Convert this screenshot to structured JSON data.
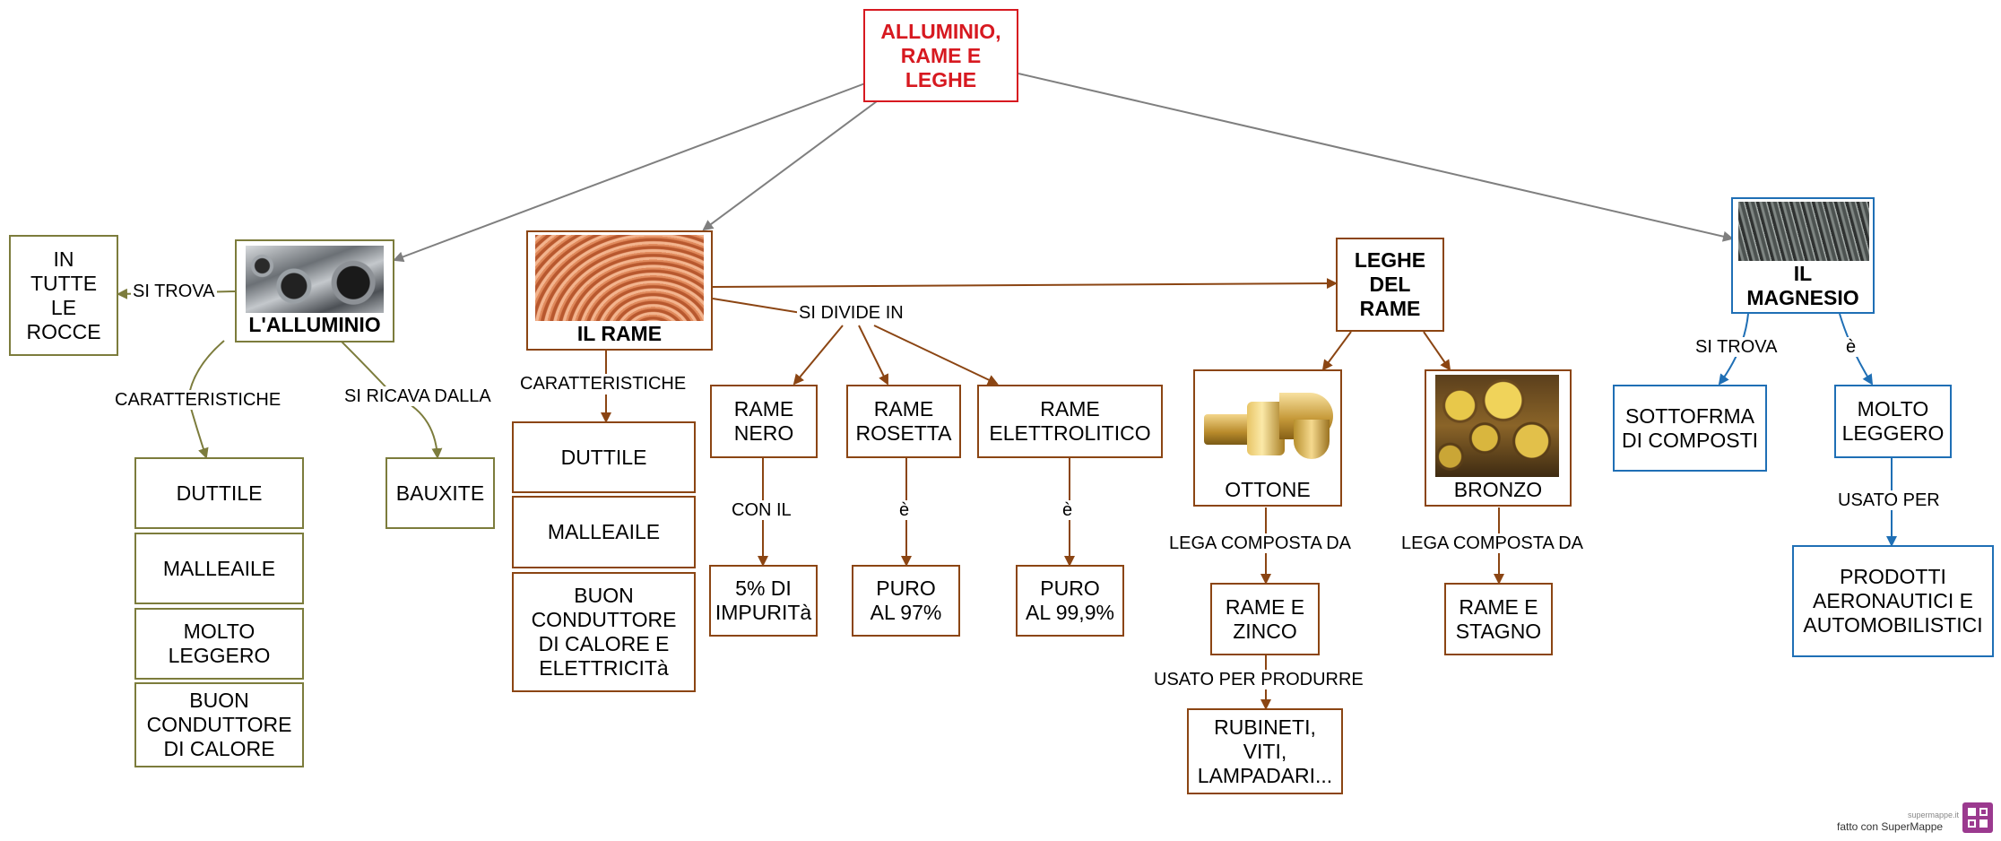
{
  "root": "ALLUMINIO,\nRAME E\nLEGHE",
  "alluminio": {
    "title": "L'ALLUMINIO",
    "link_trova": "SI TROVA",
    "trova": "IN\nTUTTE\nLE\nROCCE",
    "link_caratt": "CARATTERISTICHE",
    "link_ricava": "SI RICAVA DALLA",
    "ricava": "BAUXITE",
    "caratt": [
      "DUTTILE",
      "MALLEAILE",
      "MOLTO\nLEGGERO",
      "BUON\nCONDUTTORE\nDI CALORE"
    ]
  },
  "rame": {
    "title": "IL RAME",
    "link_caratt": "CARATTERISTICHE",
    "caratt": [
      "DUTTILE",
      "MALLEAILE",
      "BUON\nCONDUTTORE\nDI CALORE E\nELETTRICITà"
    ],
    "link_divide": "SI DIVIDE IN",
    "tipi": [
      {
        "name": "RAME\nNERO",
        "link": "CON IL",
        "value": "5% DI\nIMPURITà"
      },
      {
        "name": "RAME\nROSETTA",
        "link": "è",
        "value": "PURO\nAL 97%"
      },
      {
        "name": "RAME\nELETTROLITICO",
        "link": "è",
        "value": "PURO\nAL 99,9%"
      }
    ]
  },
  "leghe": {
    "title": "LEGHE\nDEL\nRAME",
    "ottone": {
      "title": "OTTONE",
      "link_composta": "LEGA COMPOSTA DA",
      "composta": "RAME E\nZINCO",
      "link_usato": "USATO PER PRODURRE",
      "usato": "RUBINETI,\nVITI,\nLAMPADARI..."
    },
    "bronzo": {
      "title": "BRONZO",
      "link_composta": "LEGA COMPOSTA DA",
      "composta": "RAME E\nSTAGNO"
    }
  },
  "magnesio": {
    "title": "IL\nMAGNESIO",
    "link_trova": "SI TROVA",
    "trova": "SOTTOFRMA\nDI COMPOSTI",
    "link_e": "è",
    "e": "MOLTO\nLEGGERO",
    "link_usato": "USATO PER",
    "usato": "PRODOTTI\nAERONAUTICI E\nAUTOMOBILISTICI"
  },
  "footer": {
    "small": "supermappe.it",
    "text": "fatto con SuperMappe"
  },
  "colors": {
    "root": "#d71920",
    "olive": "#7c7c3c",
    "brown": "#8b4513",
    "blue": "#1f6fb5",
    "gray": "#7f7f7f"
  }
}
